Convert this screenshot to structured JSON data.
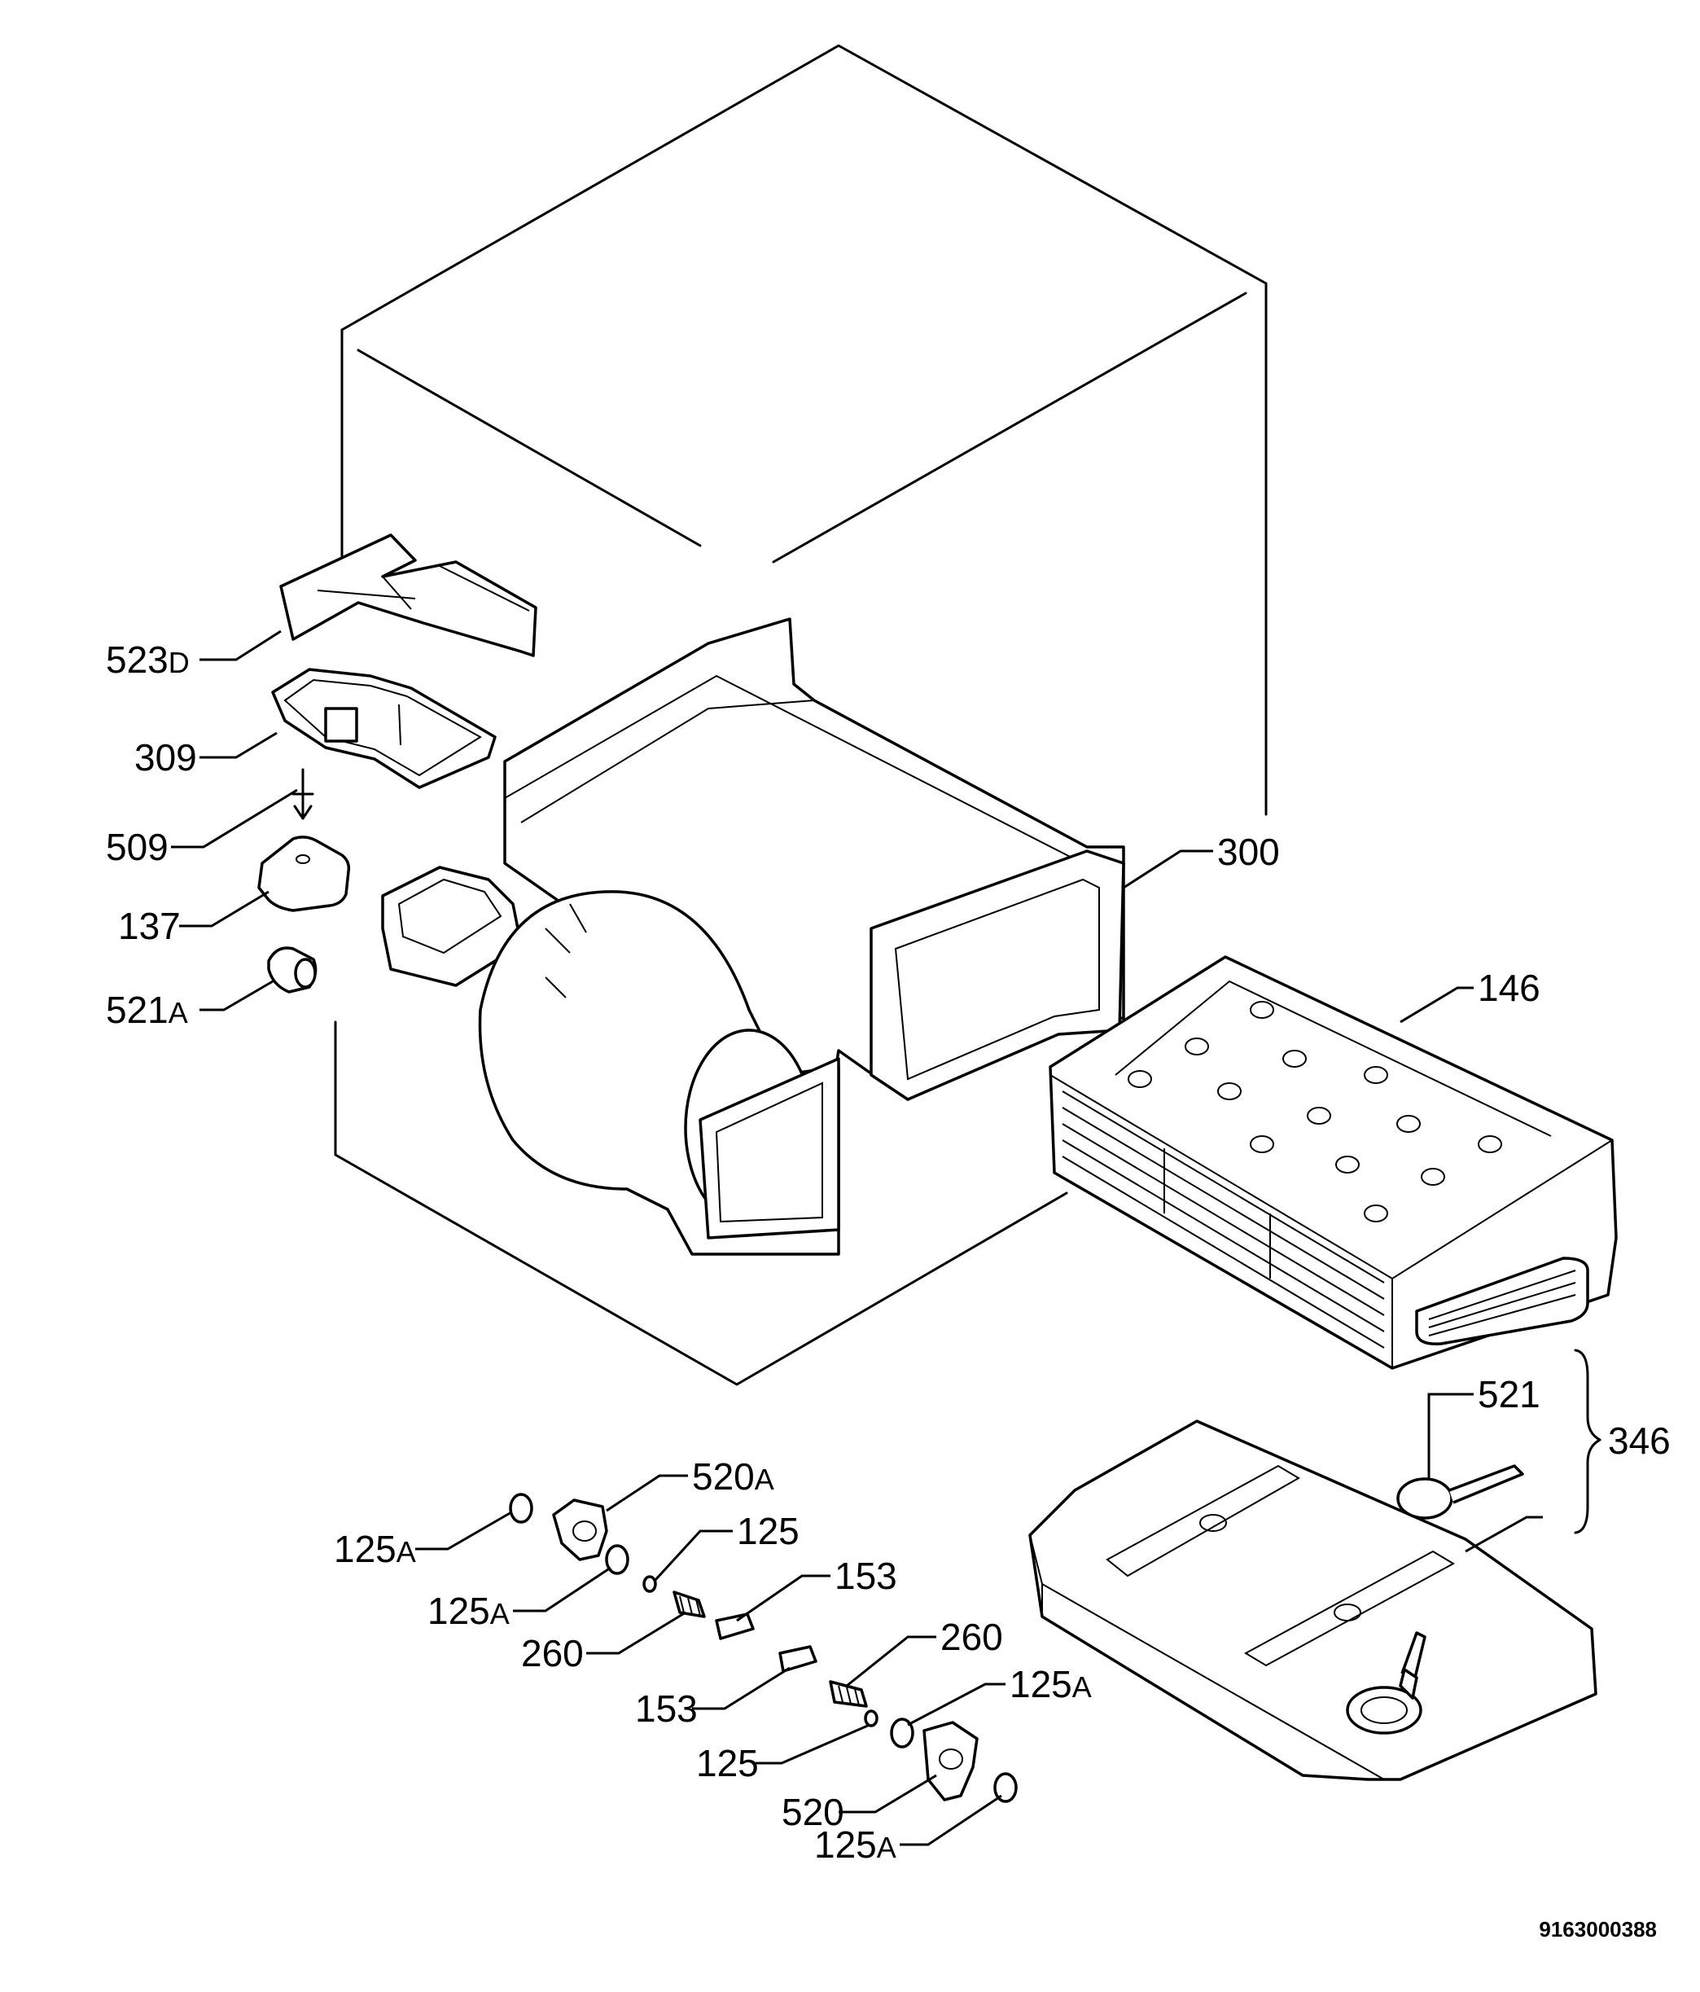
{
  "callouts": [
    {
      "id": "523d",
      "num": "523",
      "suffix": "D"
    },
    {
      "id": "309",
      "num": "309",
      "suffix": ""
    },
    {
      "id": "509",
      "num": "509",
      "suffix": ""
    },
    {
      "id": "137",
      "num": "137",
      "suffix": ""
    },
    {
      "id": "521a",
      "num": "521",
      "suffix": "A"
    },
    {
      "id": "300",
      "num": "300",
      "suffix": ""
    },
    {
      "id": "146",
      "num": "146",
      "suffix": ""
    },
    {
      "id": "521",
      "num": "521",
      "suffix": ""
    },
    {
      "id": "346",
      "num": "346",
      "suffix": ""
    },
    {
      "id": "520a",
      "num": "520",
      "suffix": "A"
    },
    {
      "id": "125a-1",
      "num": "125",
      "suffix": "A"
    },
    {
      "id": "125-1",
      "num": "125",
      "suffix": ""
    },
    {
      "id": "125a-2",
      "num": "125",
      "suffix": "A"
    },
    {
      "id": "153-1",
      "num": "153",
      "suffix": ""
    },
    {
      "id": "260-1",
      "num": "260",
      "suffix": ""
    },
    {
      "id": "260-2",
      "num": "260",
      "suffix": ""
    },
    {
      "id": "153-2",
      "num": "153",
      "suffix": ""
    },
    {
      "id": "125a-3",
      "num": "125",
      "suffix": "A"
    },
    {
      "id": "125-2",
      "num": "125",
      "suffix": ""
    },
    {
      "id": "520",
      "num": "520",
      "suffix": ""
    },
    {
      "id": "125a-4",
      "num": "125",
      "suffix": "A"
    }
  ],
  "document_number": "9163000388"
}
